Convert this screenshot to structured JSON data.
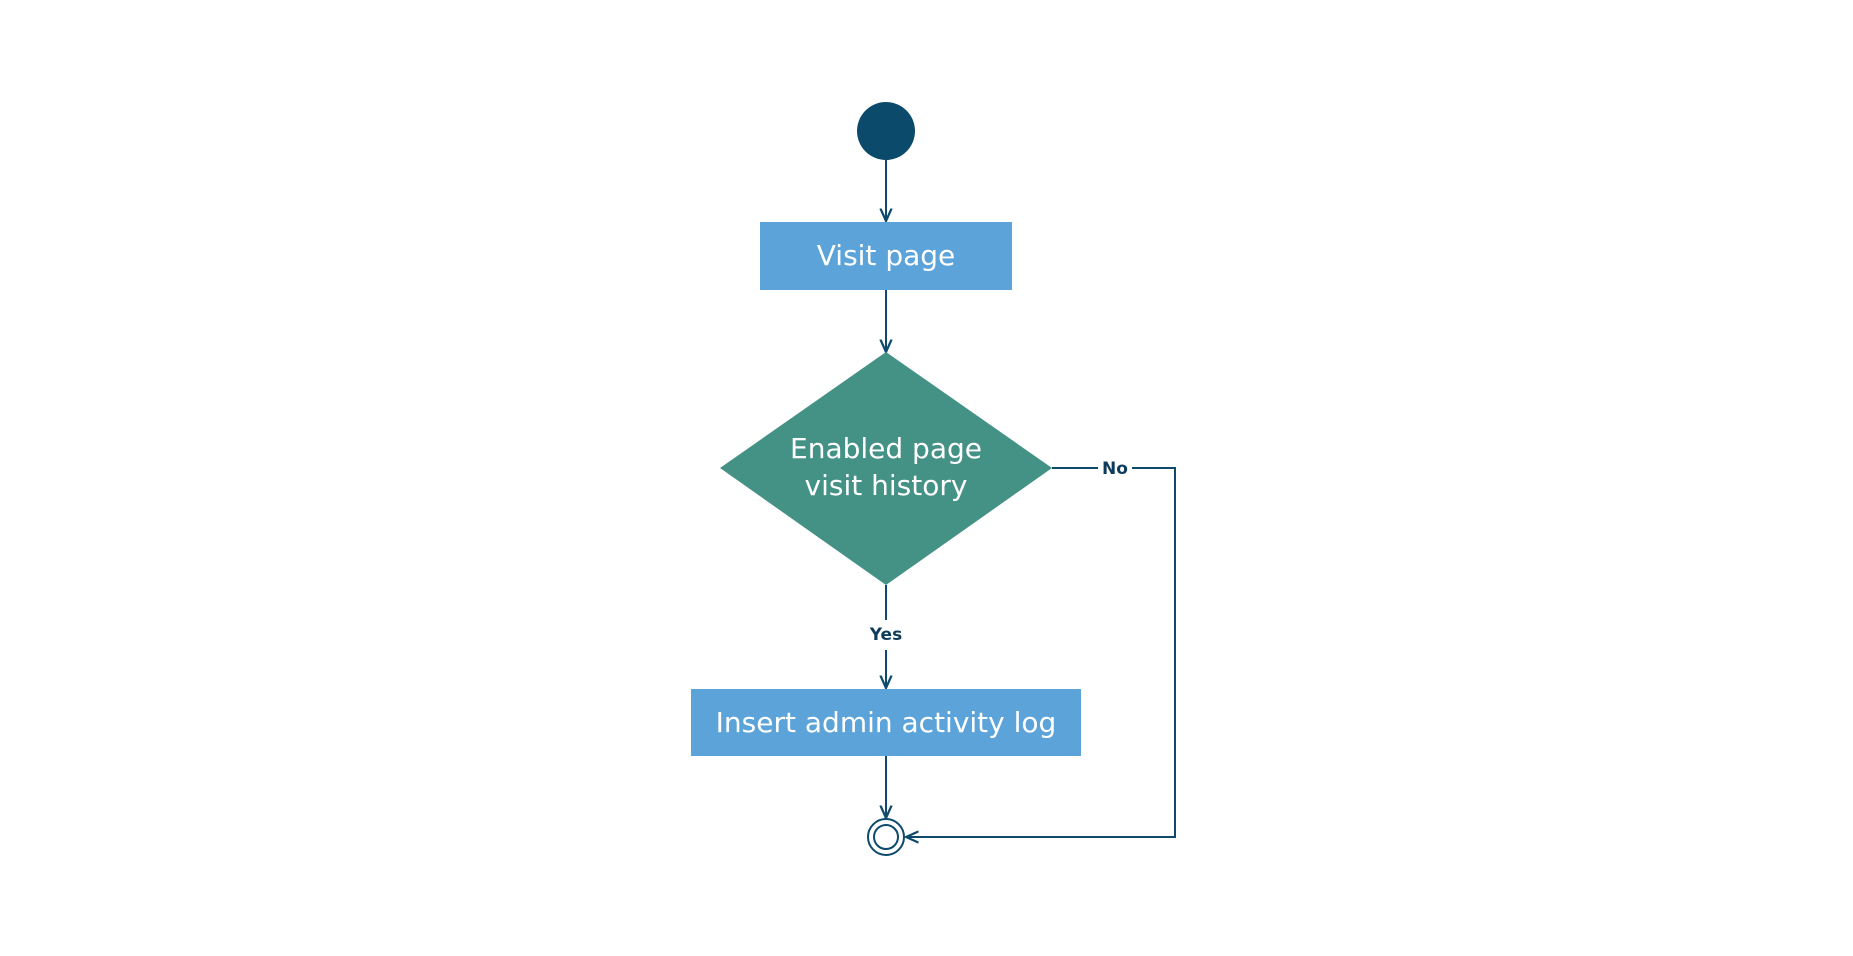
{
  "diagram": {
    "type": "activity-flowchart",
    "nodes": {
      "start": {
        "kind": "initial-node"
      },
      "visit_page": {
        "kind": "action",
        "label": "Visit page"
      },
      "decision": {
        "kind": "decision",
        "label_line1": "Enabled page",
        "label_line2": "visit history"
      },
      "insert_log": {
        "kind": "action",
        "label": "Insert admin activity log"
      },
      "end": {
        "kind": "final-node"
      }
    },
    "edges": {
      "yes_label": "Yes",
      "no_label": "No"
    },
    "colors": {
      "start_node": "#0b4a6a",
      "action_box": "#5ba3d9",
      "decision": "#449186",
      "edge": "#0d4a6b",
      "label_text": "#ffffff",
      "edge_text": "#0d3b5c"
    }
  }
}
